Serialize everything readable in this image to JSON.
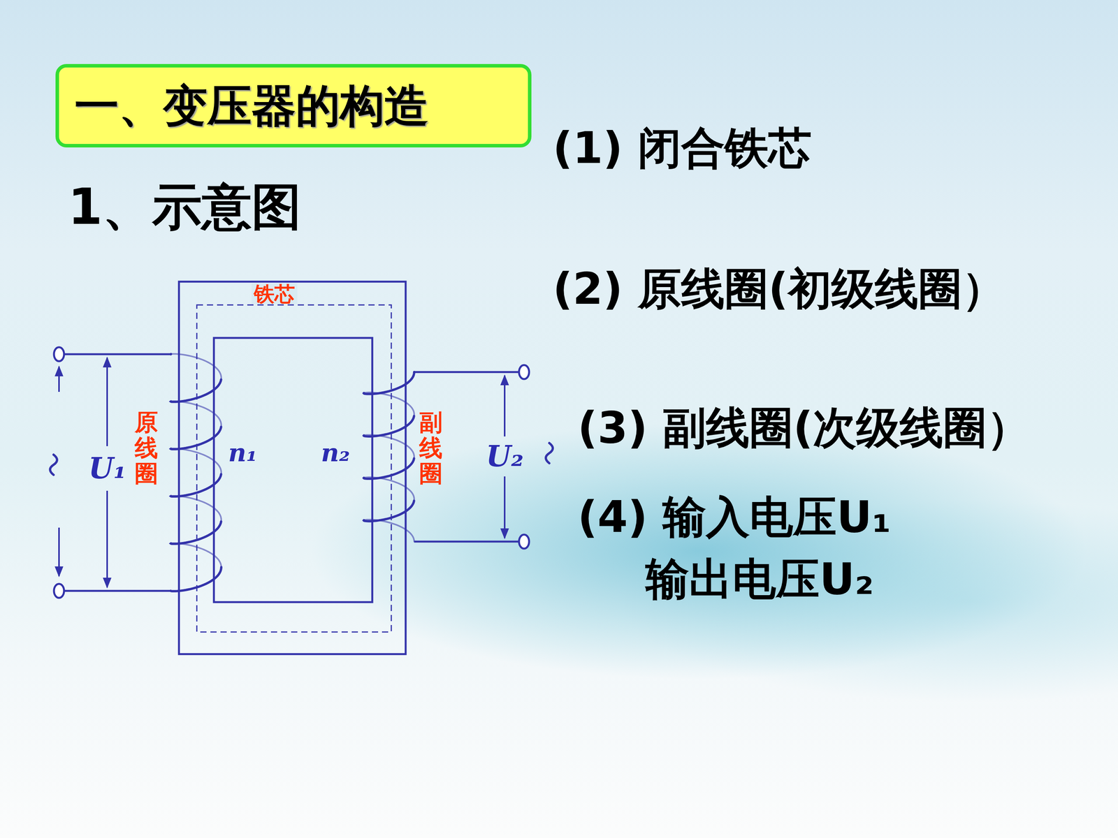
{
  "diagram": {
    "title": "一、变压器的构造",
    "labels": [
      "1、示意图",
      "(1) 闭合铁芯",
      "(2) 原线圈(初级线圈）",
      "(3) 副线圈(次级线圈）",
      "(4) 输入电压U₁",
      "输出电压U₂",
      "铁芯",
      "原线圈",
      "副线圈",
      "n₁",
      "n₂",
      "U₁",
      "U₂"
    ]
  }
}
